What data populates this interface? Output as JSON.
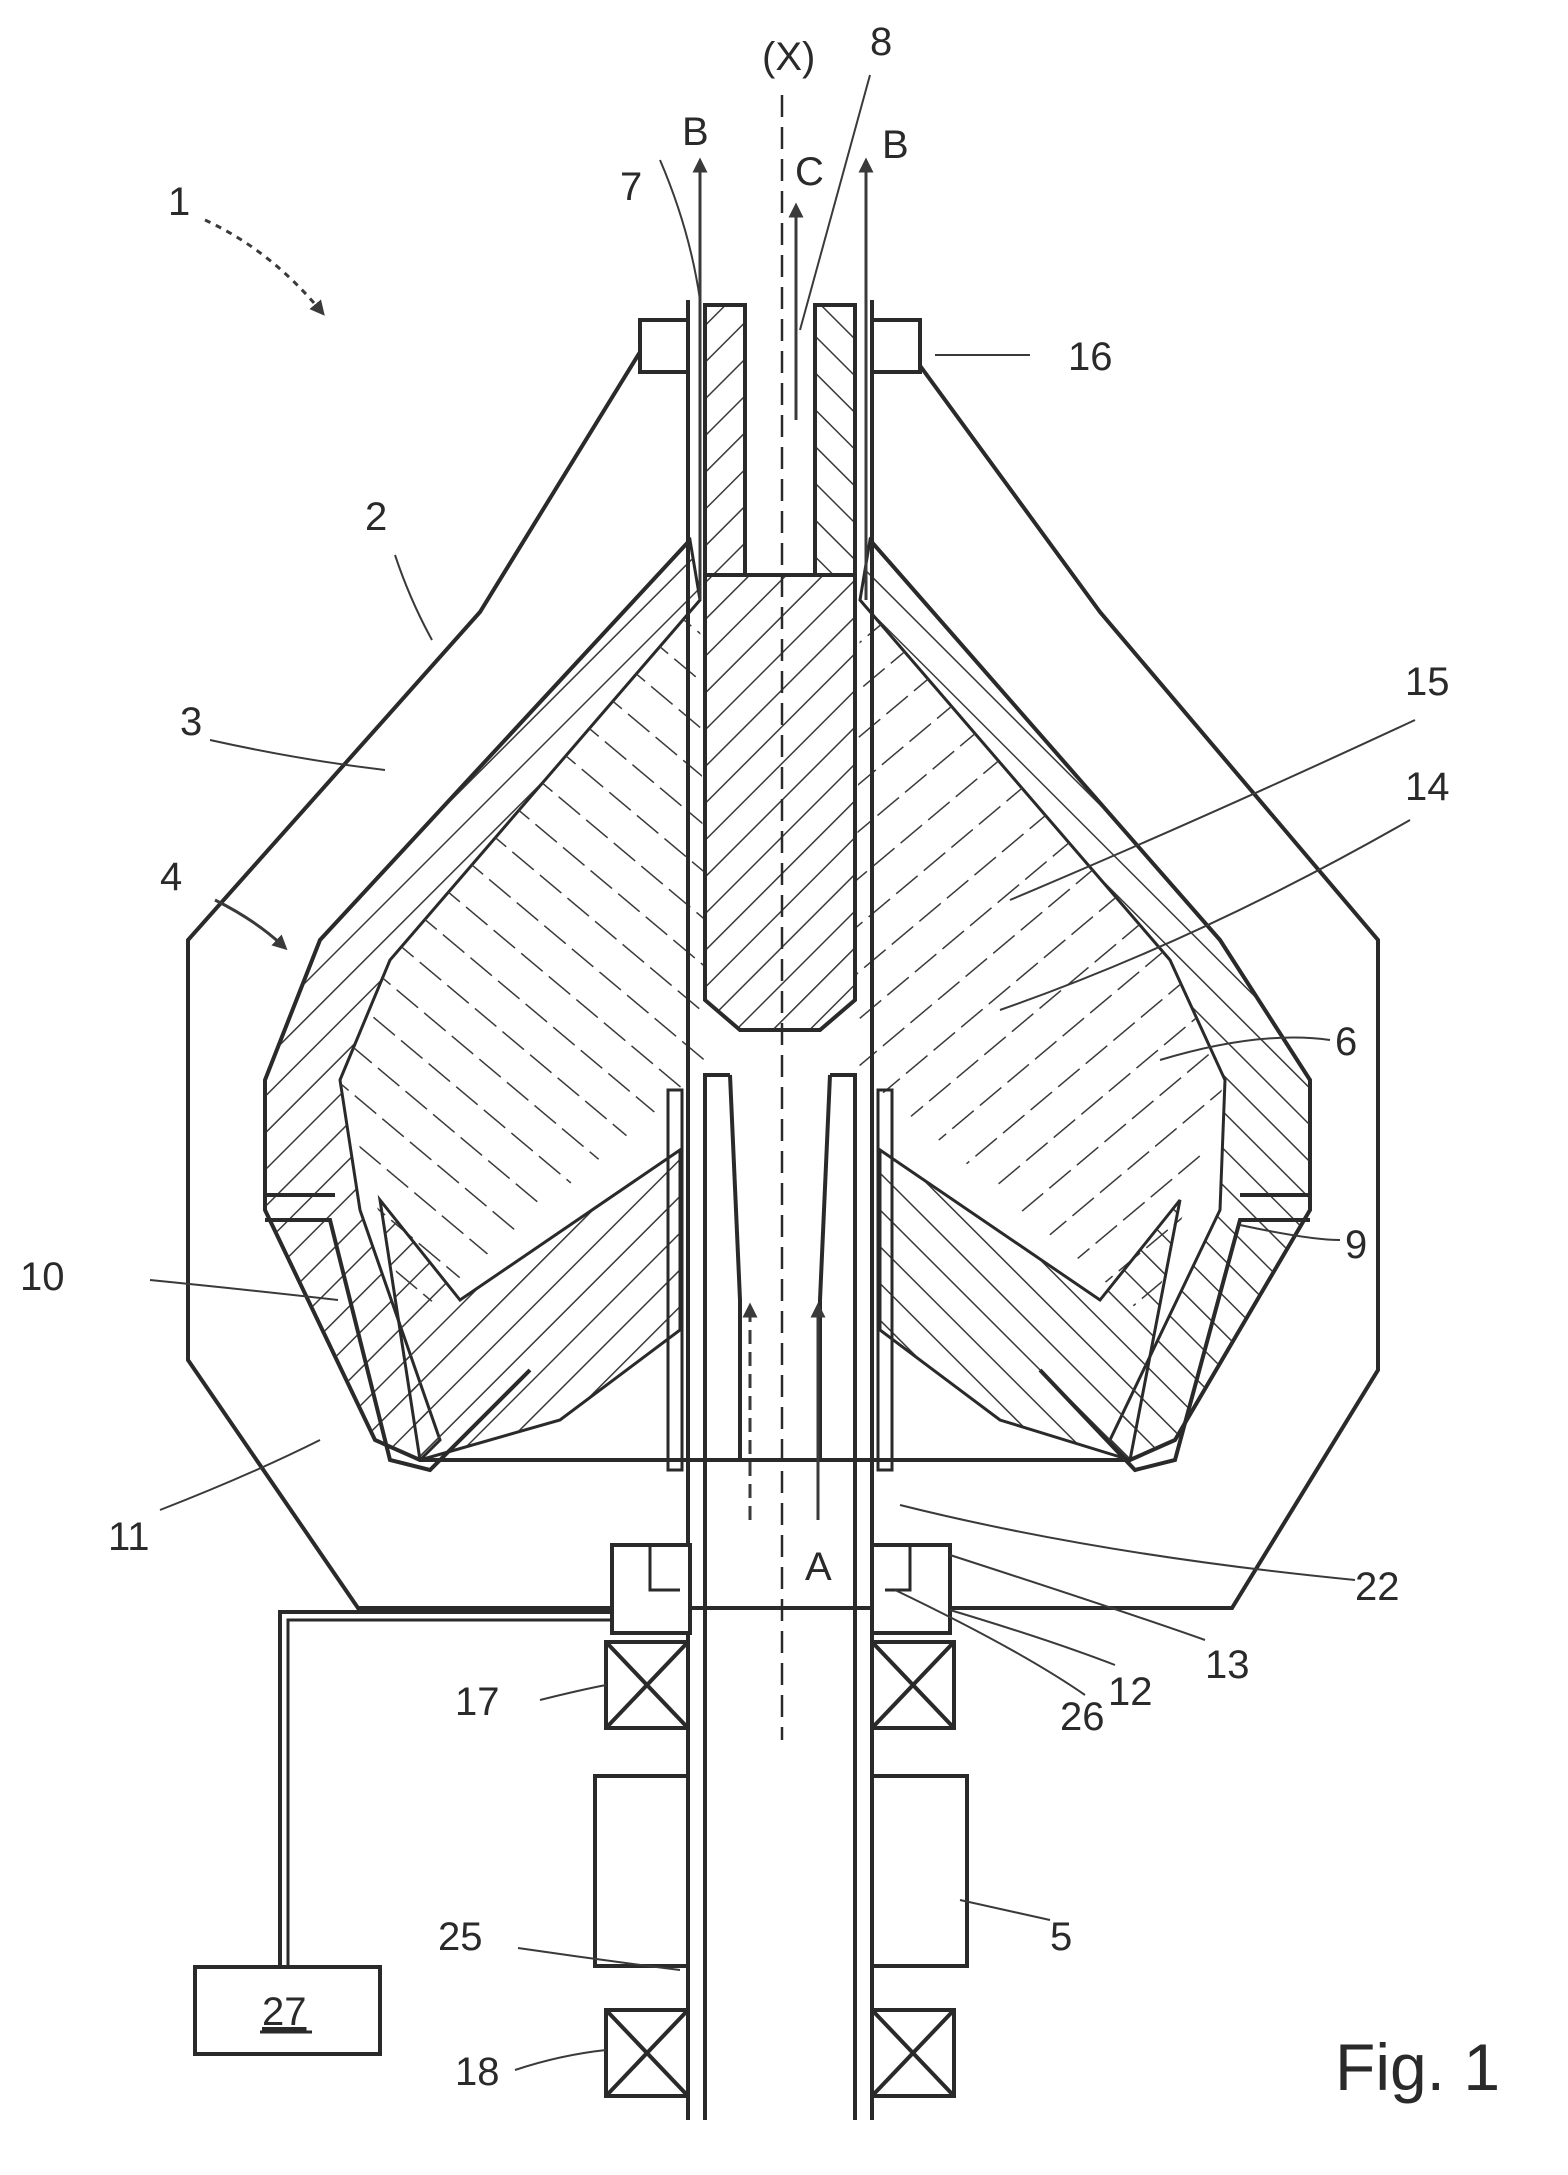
{
  "figure": {
    "caption": "Fig. 1"
  },
  "axis_label": "(X)",
  "flow_letters": {
    "top_left": "B",
    "top_right": "B",
    "center": "C",
    "inlet": "A"
  },
  "reference_numerals": {
    "n1": "1",
    "n2": "2",
    "n3": "3",
    "n4": "4",
    "n5": "5",
    "n6": "6",
    "n7": "7",
    "n8": "8",
    "n9": "9",
    "n10": "10",
    "n11": "11",
    "n12": "12",
    "n13": "13",
    "n14": "14",
    "n15": "15",
    "n16": "16",
    "n17": "17",
    "n18": "18",
    "n22": "22",
    "n25": "25",
    "n26": "26",
    "n27": "27"
  },
  "colors": {
    "line": "#2a2a2a",
    "hatch": "#3a3a3a",
    "background": "#ffffff"
  }
}
